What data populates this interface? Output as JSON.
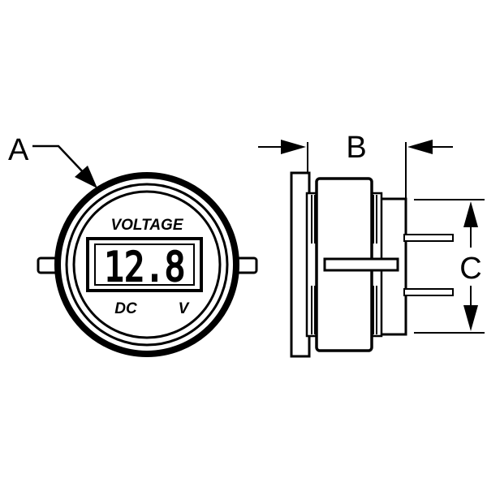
{
  "labels": {
    "a": "A",
    "b": "B",
    "c": "C"
  },
  "meter_face": {
    "title": "VOLTAGE",
    "reading": "12.8",
    "unit_left": "DC",
    "unit_right": "V"
  },
  "colors": {
    "line": "#000000",
    "background": "#ffffff"
  }
}
